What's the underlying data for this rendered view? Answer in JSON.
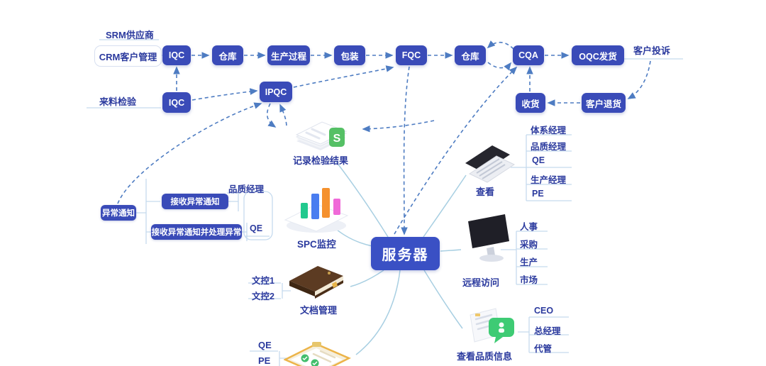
{
  "flow": {
    "srm": "SRM供应商",
    "crm": "CRM客户管理",
    "iqc_top": "IQC",
    "warehouse_1": "仓库",
    "production": "生产过程",
    "packaging": "包装",
    "fqc": "FQC",
    "warehouse_2": "仓库",
    "cqa": "CQA",
    "oqc_ship": "OQC发货",
    "customer_complaint": "客户投诉",
    "incoming_inspection": "来料检验",
    "iqc_bottom": "IQC",
    "ipqc": "IPQC",
    "receive_goods": "收货",
    "customer_return": "客户退货"
  },
  "exception": {
    "notice": "异常通知",
    "receive_notice": "接收异常通知",
    "quality_manager": "品质经理",
    "receive_and_handle": "接收异常通知并处理异常",
    "qe": "QE"
  },
  "server": {
    "label": "服务器"
  },
  "features": {
    "record_results": "记录检验结果",
    "spc_monitor": "SPC监控",
    "doc_manage": "文档管理",
    "view": "查看",
    "remote_access": "远程访问",
    "view_quality_info": "查看品质信息"
  },
  "roles": {
    "doc_control": [
      "文控1",
      "文控2"
    ],
    "bottom": [
      "QE",
      "PE"
    ],
    "view": [
      "体系经理",
      "品质经理",
      "QE",
      "生产经理",
      "PE"
    ],
    "remote": [
      "人事",
      "采购",
      "生产",
      "市场"
    ],
    "info": [
      "CEO",
      "总经理",
      "代管"
    ]
  },
  "icons": {
    "record_results": "document-stack-icon",
    "record_badge": "S",
    "spc_monitor": "bar-chart-icon",
    "doc_manage": "book-icon",
    "view": "laptop-icon",
    "remote_access": "monitor-icon",
    "view_quality_info": "document-chat-icon",
    "bottom_check": "clipboard-check-icon"
  },
  "colors": {
    "node_blue": "#3A4BB8",
    "server_blue": "#3A50C4",
    "white_node_border": "#D7DFF0",
    "label_indigo": "#2B3A9E",
    "arrow_blue": "#4E7CC2",
    "branch_blue": "#A8CFE2",
    "bracket_blue": "#C5DAEE",
    "badge_green": "#55C065",
    "bubble_green": "#3ECB74",
    "bar_green": "#22C98E",
    "bar_blue": "#4A7DF0",
    "bar_orange": "#F5912E",
    "bar_pink": "#F06AD8",
    "book_brown": "#5C3B22",
    "clipboard_orange": "#ECB449",
    "screen_dark": "#26262E"
  }
}
